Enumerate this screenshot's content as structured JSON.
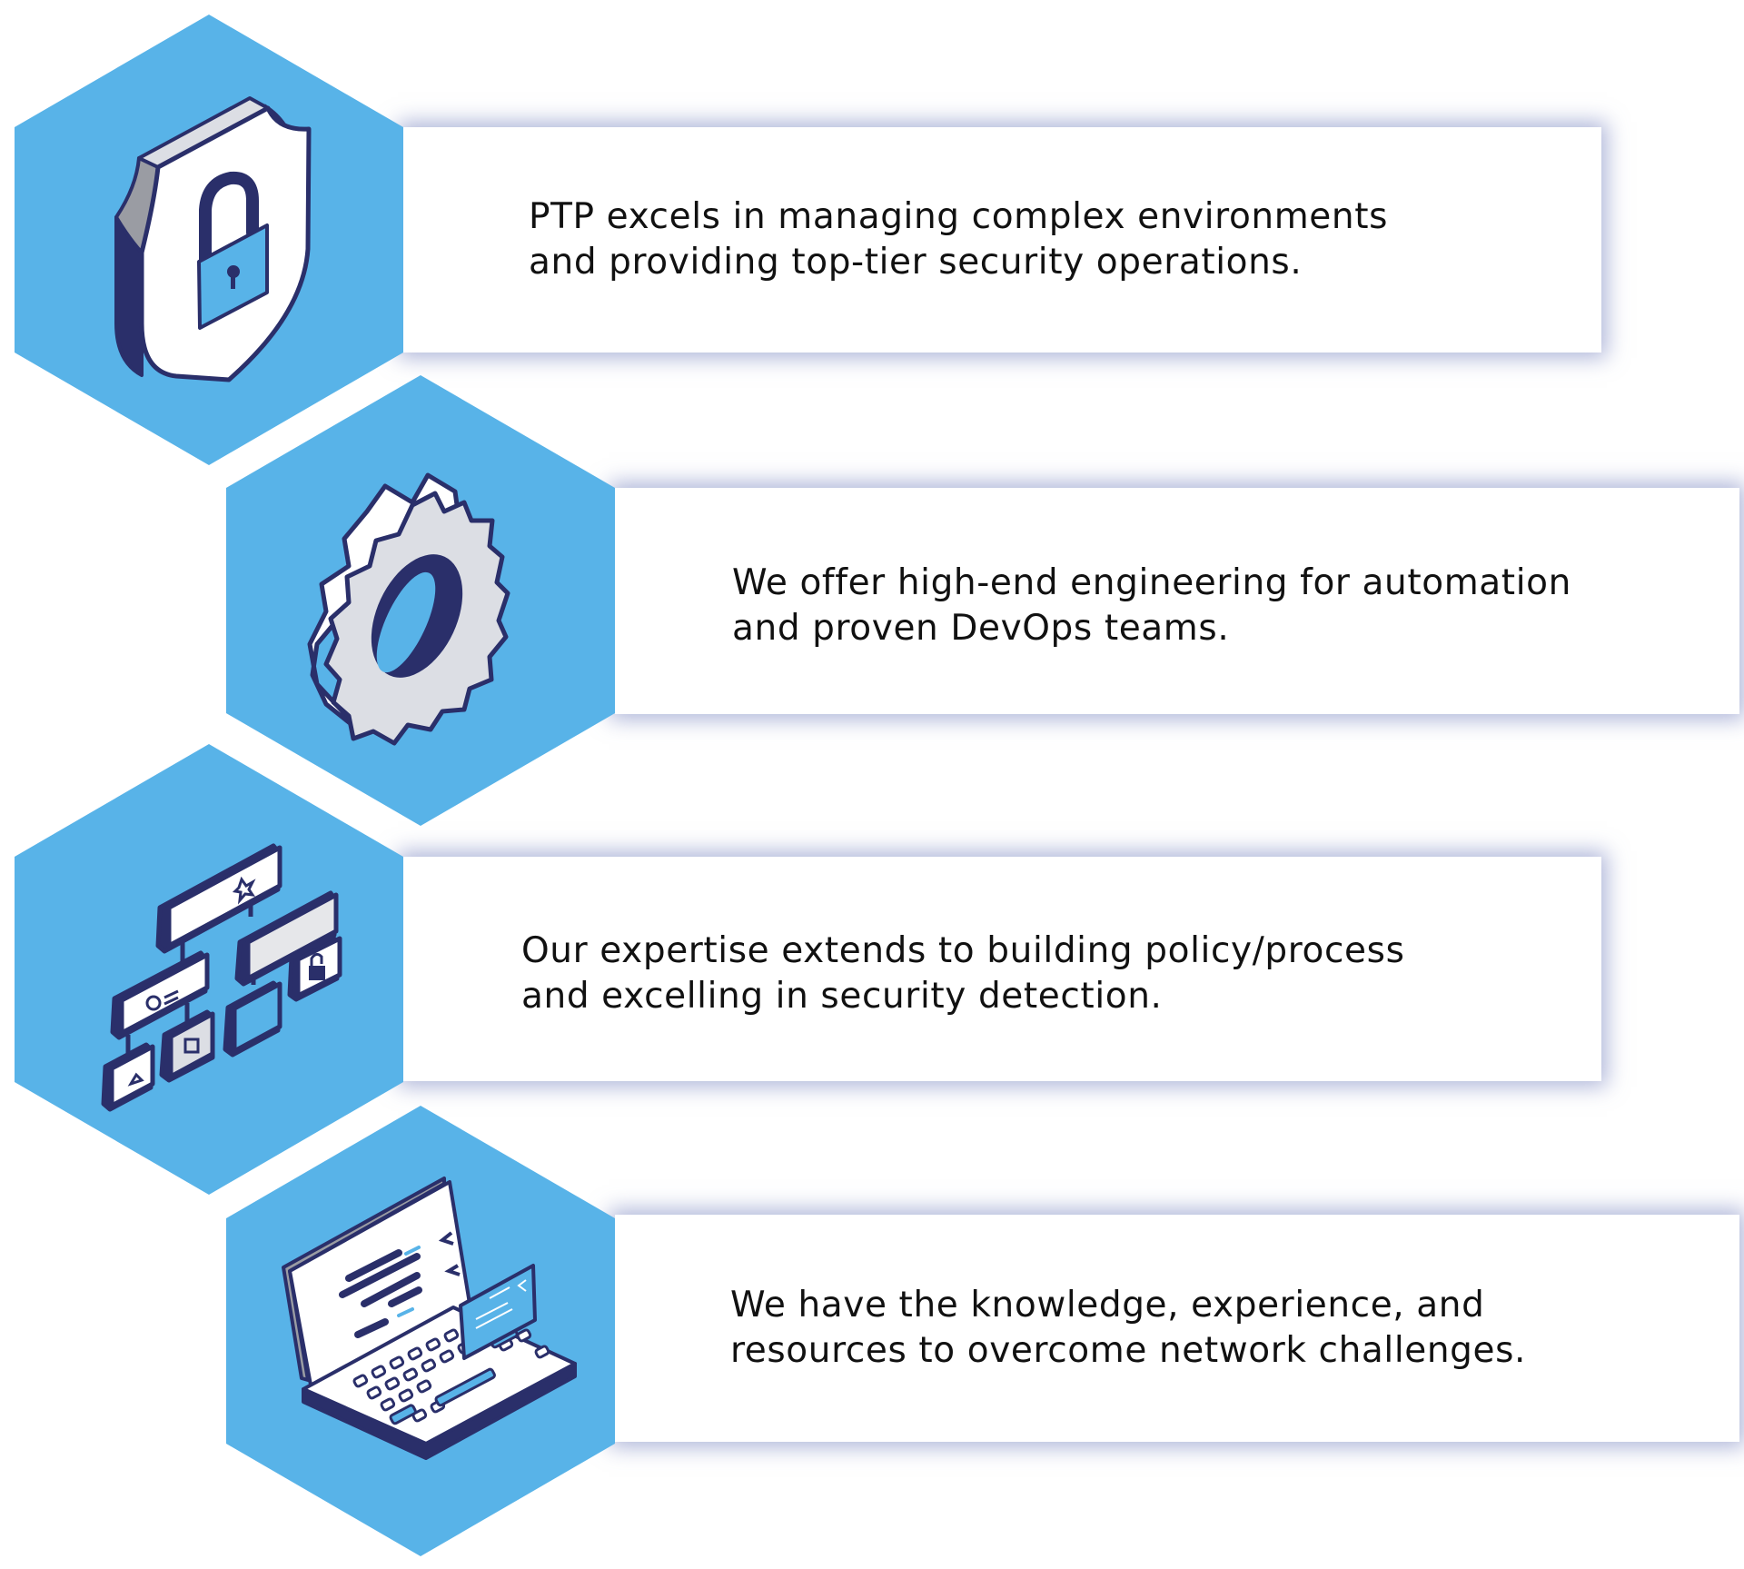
{
  "colors": {
    "hex_fill": "#58b3e8",
    "icon_outline": "#2a2f6a",
    "icon_light_gray": "#dcdee4",
    "icon_gray": "#9a9ca3",
    "card_bg": "#ffffff",
    "card_shadow": "#6e7ab9",
    "text": "#111111"
  },
  "items": [
    {
      "icon": "shield-lock-icon",
      "lines": [
        "PTP excels in managing complex environments",
        "and providing top-tier security operations."
      ]
    },
    {
      "icon": "gear-icon",
      "lines": [
        "We offer high-end engineering for automation",
        "and proven DevOps teams."
      ]
    },
    {
      "icon": "org-chart-icon",
      "lines": [
        "Our expertise extends to building policy/process",
        "and excelling in security detection."
      ]
    },
    {
      "icon": "laptop-code-icon",
      "lines": [
        "We have the knowledge, experience, and",
        "resources to overcome network challenges."
      ]
    }
  ]
}
